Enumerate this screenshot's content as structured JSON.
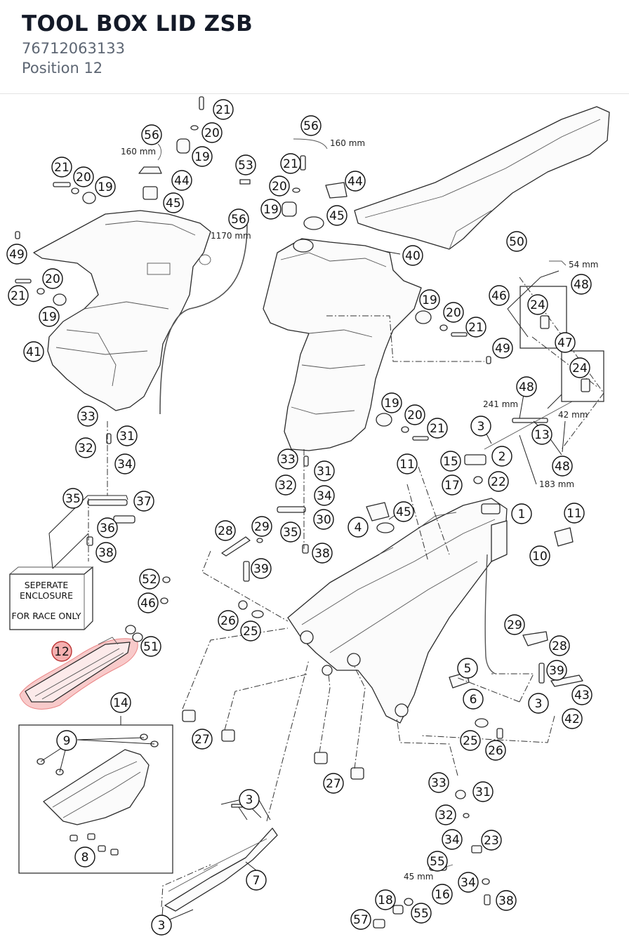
{
  "header": {
    "title": "TOOL BOX LID ZSB",
    "part_number": "76712063133",
    "position": "Position 12"
  },
  "colors": {
    "highlight": "#e85050",
    "title": "#141a28",
    "subtitle": "#5d6673"
  },
  "highlighted_position": "12",
  "callouts": [
    "21",
    "20",
    "56",
    "19",
    "44",
    "45",
    "21",
    "20",
    "19",
    "53",
    "56",
    "49",
    "20",
    "21",
    "19",
    "41",
    "56",
    "21",
    "44",
    "20",
    "19",
    "45",
    "40",
    "50",
    "46",
    "48",
    "24",
    "47",
    "24",
    "19",
    "20",
    "21",
    "49",
    "19",
    "20",
    "21",
    "48",
    "3",
    "13",
    "2",
    "15",
    "17",
    "22",
    "48",
    "33",
    "31",
    "32",
    "34",
    "35",
    "37",
    "36",
    "38",
    "11",
    "33",
    "31",
    "32",
    "34",
    "30",
    "35",
    "38",
    "4",
    "45",
    "1",
    "11",
    "28",
    "29",
    "39",
    "10",
    "52",
    "46",
    "26",
    "25",
    "51",
    "12",
    "29",
    "28",
    "5",
    "39",
    "6",
    "43",
    "14",
    "3",
    "42",
    "9",
    "27",
    "25",
    "26",
    "27",
    "33",
    "31",
    "3",
    "32",
    "23",
    "34",
    "8",
    "55",
    "7",
    "16",
    "34",
    "38",
    "18",
    "55",
    "3",
    "57"
  ],
  "dimensions": [
    "160 mm",
    "160 mm",
    "1170 mm",
    "54 mm",
    "241 mm",
    "42 mm",
    "183 mm",
    "45 mm"
  ],
  "note": {
    "line1": "SEPERATE",
    "line2": "ENCLOSURE",
    "line3": "FOR RACE ONLY"
  }
}
